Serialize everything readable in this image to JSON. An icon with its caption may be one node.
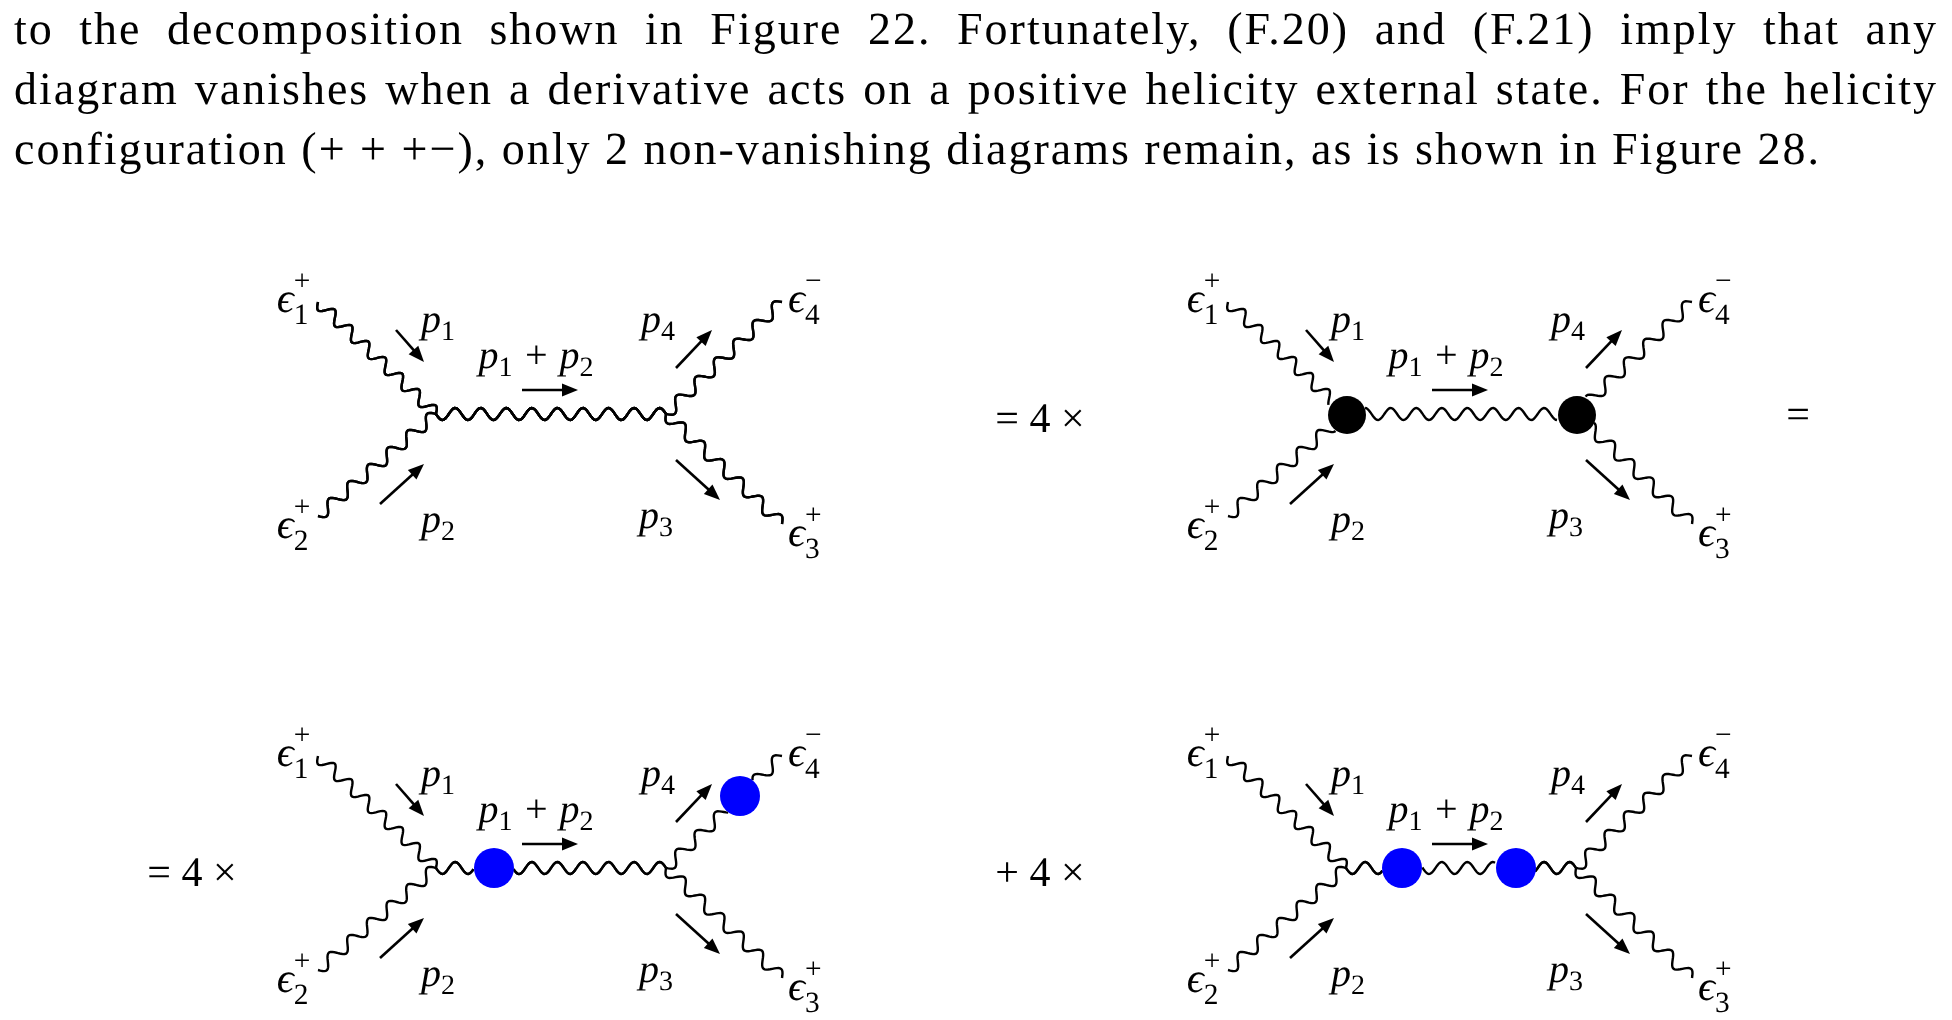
{
  "diagram": {
    "nodes": [
      {
        "text": [
          "ϵ$_{1}$$^{+}$"
        ]
      },
      {
        "text": [
          "ϵ$_{4}$$^{−}$"
        ]
      },
      {
        "text": [
          "ϵ$_{2}$$^{+}$"
        ]
      },
      {
        "text": [
          "ϵ$_{3}$$^{+}$"
        ]
      },
      {
        "text": [
          "ϵ$_{1}$$^{+}$"
        ]
      },
      {
        "text": [
          "ϵ$_{4}$$^{−}$"
        ]
      },
      {
        "text": [],
        "shape": "circle"
      },
      {
        "text": [],
        "shape": "circle"
      },
      {
        "text": [
          "ϵ$_{2}$$^{+}$"
        ]
      },
      {
        "text": [
          "ϵ$_{3}$$^{+}$"
        ]
      },
      {
        "text": [
          "ϵ$_{1}$$^{+}$"
        ]
      },
      {
        "text": [
          "ϵ$_{4}$$^{−}$"
        ]
      },
      {
        "text": [],
        "shape": "circle"
      },
      {
        "text": [],
        "shape": "circle"
      },
      {
        "text": [
          "ϵ$_{2}$$^{+}$"
        ]
      },
      {
        "text": [
          "ϵ$_{3}$$^{+}$"
        ]
      },
      {
        "text": [
          "ϵ$_{1}$$^{+}$"
        ]
      },
      {
        "text": [
          "ϵ$_{4}$$^{−}$"
        ]
      },
      {
        "text": [],
        "shape": "circle"
      },
      {
        "text": [],
        "shape": "circle"
      },
      {
        "text": [
          "ϵ$_{2}$$^{+}$"
        ]
      },
      {
        "text": [
          "ϵ$_{3}$$^{+}$"
        ]
      }
    ],
    "edges": [
      {
        "from": 0,
        "to": 1,
        "arrow": "none"
      },
      {
        "from": 0,
        "to": 3,
        "arrow": "none"
      },
      {
        "from": 2,
        "to": 1,
        "arrow": "none"
      },
      {
        "from": 2,
        "to": 3,
        "arrow": "none"
      },
      {
        "from": 4,
        "to": 6,
        "arrow": "none"
      },
      {
        "from": 8,
        "to": 6,
        "arrow": "none"
      },
      {
        "from": 6,
        "to": 7,
        "arrow": "none"
      },
      {
        "from": 7,
        "to": 5,
        "arrow": "none"
      },
      {
        "from": 7,
        "to": 9,
        "arrow": "none"
      },
      {
        "from": 10,
        "to": 13,
        "arrow": "none"
      },
      {
        "from": 14,
        "to": 13,
        "arrow": "none"
      },
      {
        "from": 13,
        "to": 12,
        "arrow": "none"
      },
      {
        "from": 12,
        "to": 11,
        "arrow": "none"
      },
      {
        "from": 13,
        "to": 15,
        "arrow": "none"
      },
      {
        "from": 16,
        "to": 18,
        "arrow": "none"
      },
      {
        "from": 20,
        "to": 18,
        "arrow": "none"
      },
      {
        "from": 18,
        "to": 19,
        "arrow": "none"
      },
      {
        "from": 19,
        "to": 17,
        "arrow": "none"
      },
      {
        "from": 19,
        "to": 21,
        "arrow": "none"
      }
    ],
    "labels": [
      "to the decomposition shown in Figure 22. Fortunately, (F.20) and (F.21) imply that any diagram vanishes when a derivative acts on a positive helicity external state. For the helicity configuration (+ + +−), only 2 non-vanishing diagrams remain, as is shown in Figure 28.",
      "p$_{1}$",
      "p$_{4}$",
      "p$_{1}$ + p$_{2}$",
      "p$_{2}$",
      "p$_{3}$",
      "= 4 ×",
      "p$_{1}$",
      "p$_{4}$",
      "p$_{1}$ + p$_{2}$",
      "p$_{2}$",
      "p$_{3}$",
      "=",
      "= 4 ×",
      "p$_{1}$",
      "p$_{4}$",
      "p$_{1}$ + p$_{2}$",
      "p$_{2}$",
      "p$_{3}$",
      "+ 4 ×",
      "p$_{1}$",
      "p$_{4}$",
      "p$_{1}$ + p$_{2}$",
      "p$_{2}$",
      "p$_{3}$"
    ]
  }
}
